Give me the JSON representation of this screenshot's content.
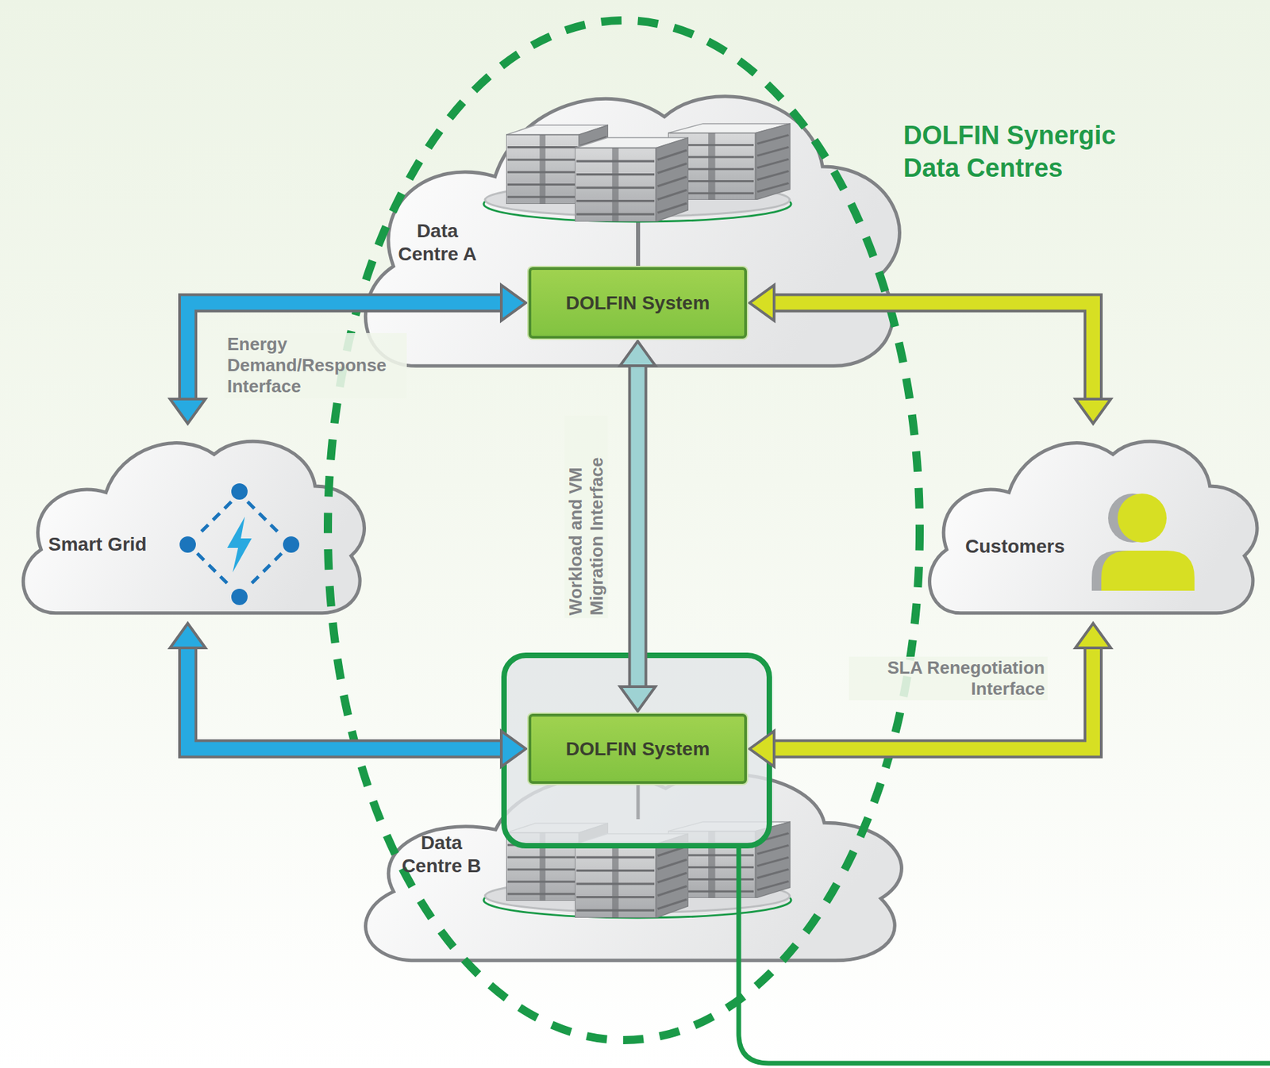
{
  "diagram": {
    "title": "DOLFIN Synergic Data Centres",
    "nodes": [
      {
        "text": [
          "Data Centre A"
        ]
      },
      {
        "text": [
          "DOLFIN System"
        ],
        "in": 0
      },
      {
        "text": [
          "Smart Grid"
        ]
      },
      {
        "text": [
          "Customers"
        ]
      },
      {
        "text": [
          "Data Centre B"
        ]
      },
      {
        "text": [
          "DOLFIN System"
        ],
        "in": 4
      }
    ],
    "edges": [
      {
        "from": 2,
        "to": 1,
        "arrow": "both",
        "label": "Energy Demand/Response Interface"
      },
      {
        "from": 1,
        "to": 5,
        "arrow": "both",
        "label": "Workload and VM Migration Interface"
      },
      {
        "from": 3,
        "to": 1,
        "arrow": "both"
      },
      {
        "from": 2,
        "to": 5,
        "arrow": "both"
      },
      {
        "from": 3,
        "to": 5,
        "arrow": "both",
        "label": "SLA Renegotiation Interface"
      }
    ]
  }
}
